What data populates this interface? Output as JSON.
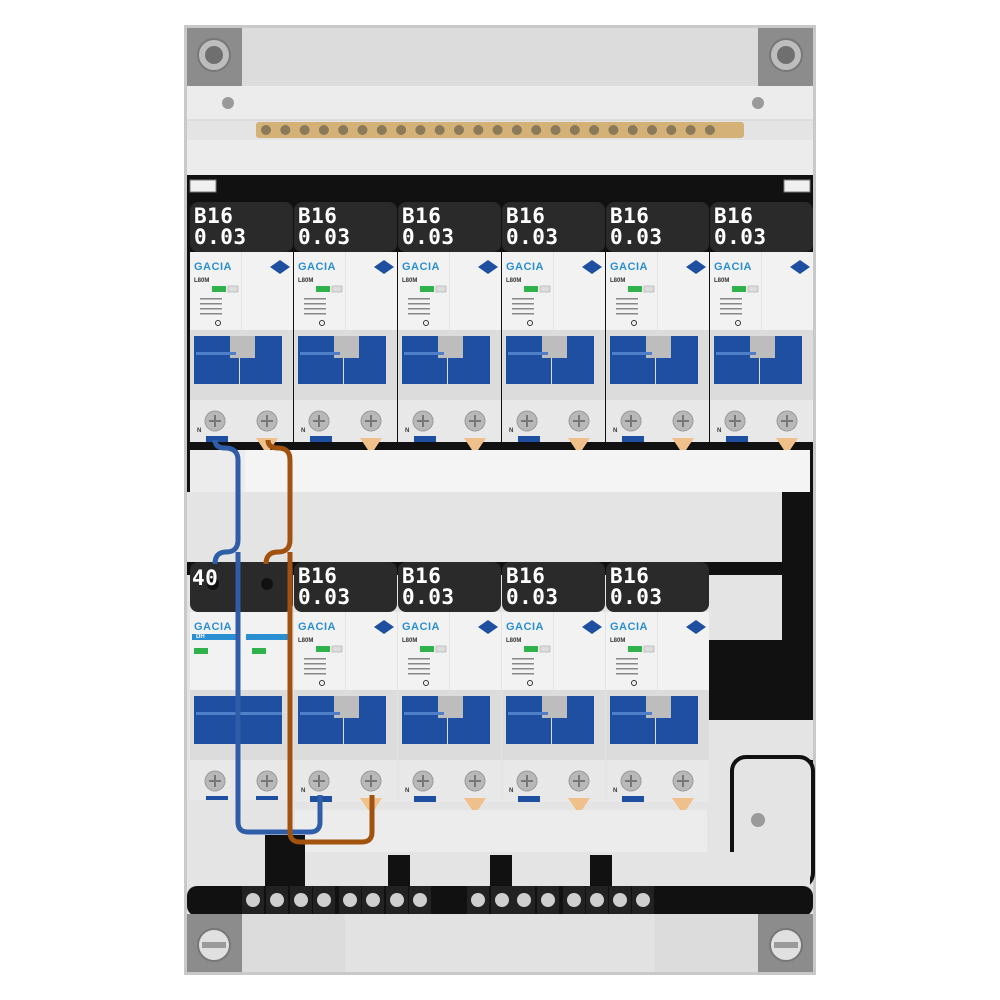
{
  "enclosure": {
    "colors": {
      "frame": "#c9c9c9",
      "panel": "#e6e6e6",
      "dark": "#111111",
      "busbar": "#d4b277",
      "breaker_blue": "#1f4fa0",
      "label_bg": "#2a2a2a",
      "wire_blue": "#2f5da8",
      "wire_brown": "#a0520e"
    }
  },
  "row_top": {
    "devices": [
      {
        "rating": "B16",
        "sensitivity": "0.03",
        "brand": "GACIA",
        "model": "L80M"
      },
      {
        "rating": "B16",
        "sensitivity": "0.03",
        "brand": "GACIA",
        "model": "L80M"
      },
      {
        "rating": "B16",
        "sensitivity": "0.03",
        "brand": "GACIA",
        "model": "L80M"
      },
      {
        "rating": "B16",
        "sensitivity": "0.03",
        "brand": "GACIA",
        "model": "L80M"
      },
      {
        "rating": "B16",
        "sensitivity": "0.03",
        "brand": "GACIA",
        "model": "L80M"
      },
      {
        "rating": "B16",
        "sensitivity": "0.03",
        "brand": "GACIA",
        "model": "L80M"
      }
    ]
  },
  "row_bottom": {
    "main_switch": {
      "rating": "40",
      "brand": "GACIA",
      "model": "DH"
    },
    "devices": [
      {
        "rating": "B16",
        "sensitivity": "0.03",
        "brand": "GACIA",
        "model": "L80M"
      },
      {
        "rating": "B16",
        "sensitivity": "0.03",
        "brand": "GACIA",
        "model": "L80M"
      },
      {
        "rating": "B16",
        "sensitivity": "0.03",
        "brand": "GACIA",
        "model": "L80M"
      },
      {
        "rating": "B16",
        "sensitivity": "0.03",
        "brand": "GACIA",
        "model": "L80M"
      }
    ]
  },
  "neutral_mark": "N"
}
